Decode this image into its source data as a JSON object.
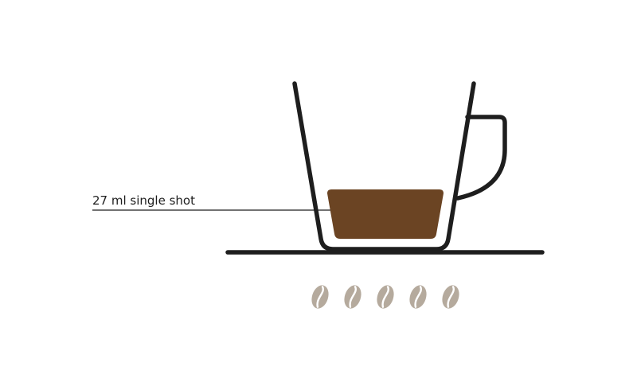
{
  "diagram": {
    "volume_label": "27 ml single shot",
    "intensity": {
      "filled": 5,
      "total": 5
    },
    "colors": {
      "outline": "#1e1e1e",
      "coffee": "#6b4423",
      "bean": "#b5aa9d",
      "bean_crease": "#ffffff"
    },
    "icons": [
      "cup-icon",
      "saucer-icon",
      "coffee-bean-icon"
    ]
  }
}
